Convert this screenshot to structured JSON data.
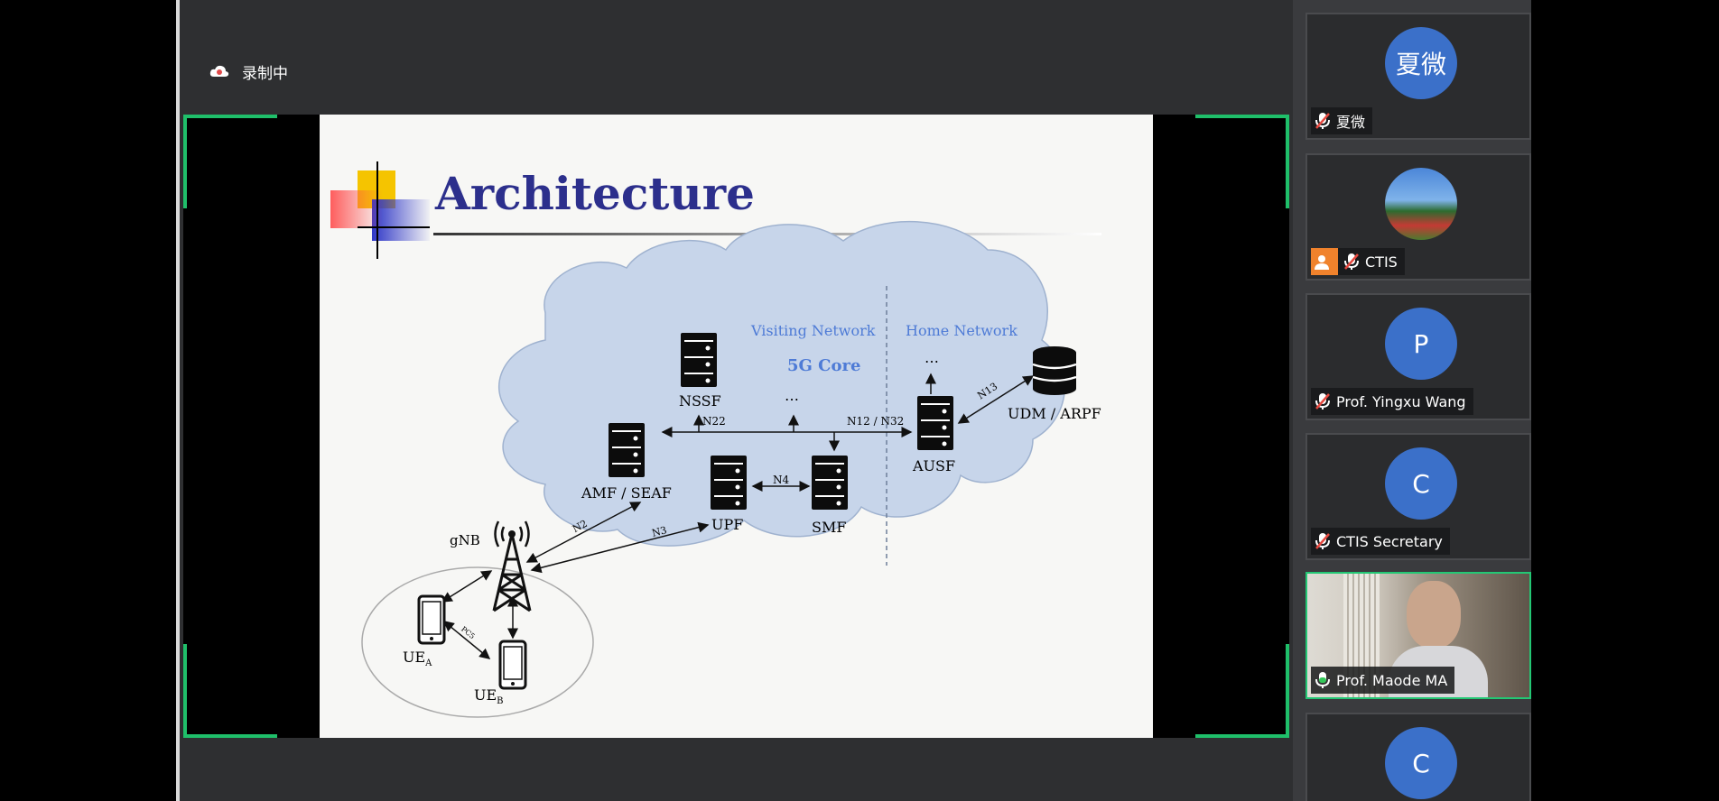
{
  "recording": {
    "label": "录制中"
  },
  "slide": {
    "title": "Architecture",
    "diagram": {
      "visiting_network": "Visiting  Network",
      "home_network": "Home Network",
      "core": "5G Core",
      "nodes": {
        "nssf": "NSSF",
        "amf": "AMF / SEAF",
        "upf": "UPF",
        "smf": "SMF",
        "ausf": "AUSF",
        "udm": "UDM / ARPF",
        "gnb": "gNB",
        "ue_a": "UE",
        "ue_a_sub": "A",
        "ue_b": "UE",
        "ue_b_sub": "B",
        "ellipsis1": "…",
        "ellipsis2": "…"
      },
      "interfaces": {
        "n22": "N22",
        "n12_n32": "N12 / N32",
        "n13": "N13",
        "n4": "N4",
        "n2": "N2",
        "n3": "N3",
        "pc5": "PC5"
      }
    }
  },
  "participants": [
    {
      "avatar": "夏微",
      "name": "夏微",
      "mic": "muted"
    },
    {
      "avatar": "photo",
      "name": "CTIS",
      "mic": "muted",
      "badge": "host-icon"
    },
    {
      "avatar": "P",
      "name": "Prof. Yingxu Wang",
      "mic": "muted"
    },
    {
      "avatar": "C",
      "name": "CTIS Secretary",
      "mic": "muted"
    },
    {
      "avatar": "video",
      "name": "Prof. Maode MA",
      "mic": "active"
    },
    {
      "avatar": "C",
      "name": "",
      "mic": ""
    }
  ],
  "colors": {
    "accent": "#1fbf6a",
    "avatar": "#3b70c9",
    "slide_title": "#2c2f8c",
    "cloud": "#c7d5ea"
  }
}
